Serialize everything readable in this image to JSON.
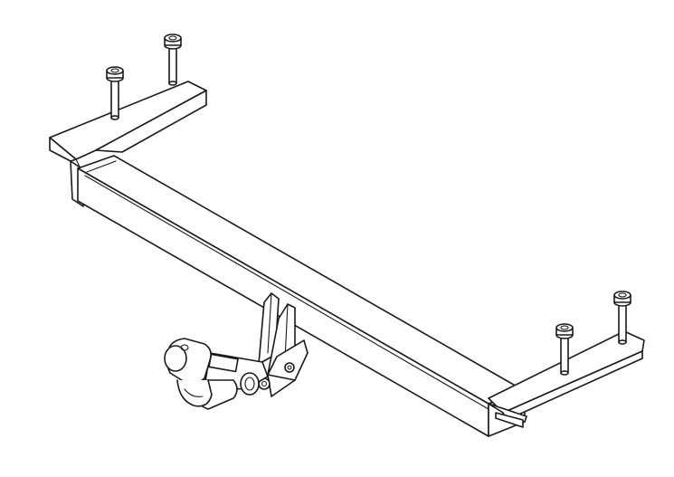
{
  "figure": {
    "subject": "tow-bar-assembly",
    "parts": [
      "crossbar-beam",
      "left-mounting-bracket",
      "right-mounting-bracket",
      "mounting-bolts",
      "tow-ball-neck",
      "tow-ball",
      "neck-bracket"
    ],
    "colors": {
      "background": "#ffffff",
      "line": "#1a1a1a",
      "fill": "#ffffff"
    }
  }
}
